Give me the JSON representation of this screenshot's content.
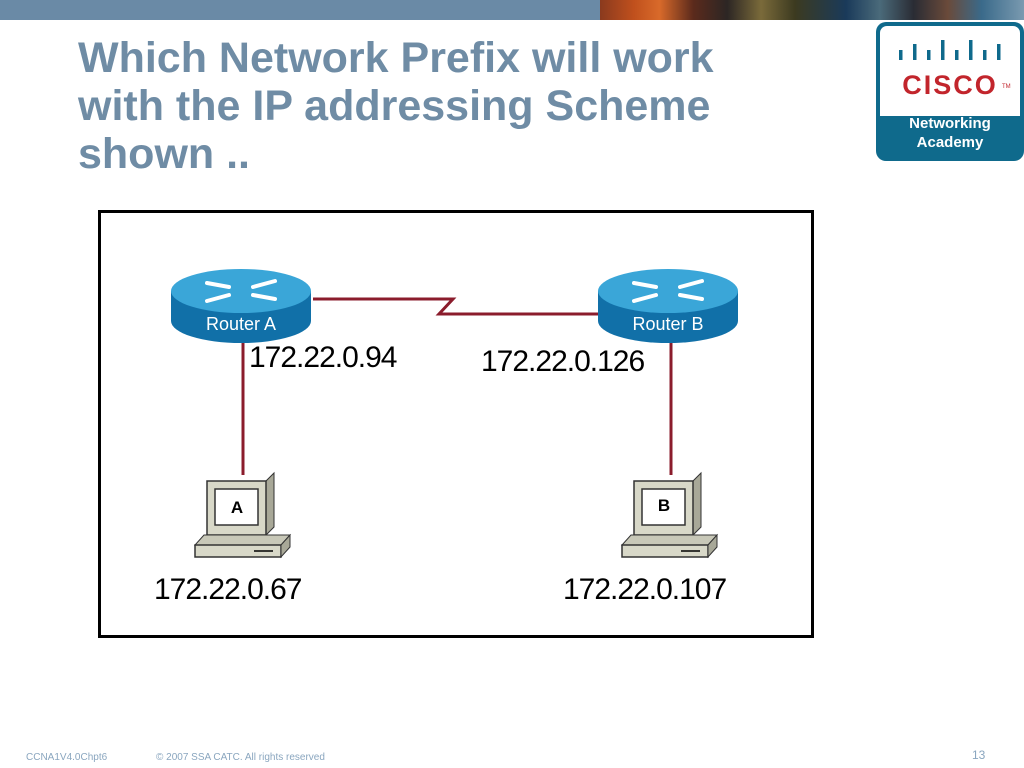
{
  "slide": {
    "title": "Which Network Prefix will work with the IP addressing Scheme shown .."
  },
  "logo": {
    "brand": "CISCO",
    "tm": "TM",
    "subtitle_line1": "Networking",
    "subtitle_line2": "Academy"
  },
  "diagram": {
    "router_a": {
      "label": "Router A",
      "ip": "172.22.0.94"
    },
    "router_b": {
      "label": "Router B",
      "ip": "172.22.0.126"
    },
    "pc_a": {
      "label": "A",
      "ip": "172.22.0.67"
    },
    "pc_b": {
      "label": "B",
      "ip": "172.22.0.107"
    }
  },
  "footer": {
    "course": "CCNA1V4.0Chpt6",
    "copyright": "© 2007 SSA CATC. All rights reserved",
    "page": "13"
  },
  "colors": {
    "title": "#6f8ca5",
    "router": "#1a8ec8",
    "link": "#8b1c2c",
    "logo": "#0f6a8c",
    "brand": "#c2252c"
  }
}
